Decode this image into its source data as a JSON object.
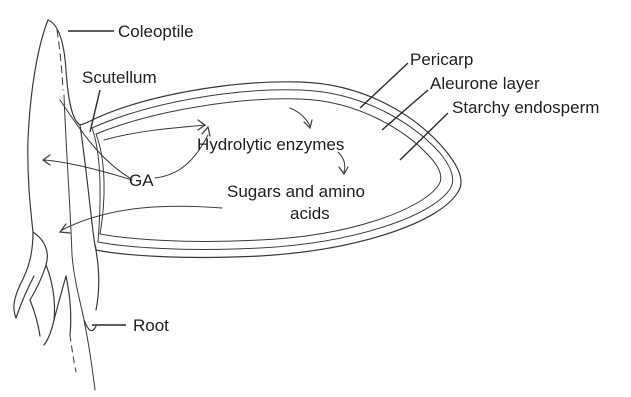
{
  "diagram": {
    "labels": {
      "coleoptile": "Coleoptile",
      "scutellum": "Scutellum",
      "pericarp": "Pericarp",
      "aleurone": "Aleurone layer",
      "endosperm": "Starchy endosperm",
      "hydrolytic": "Hydrolytic enzymes",
      "ga": "GA",
      "sugars_line1": "Sugars and amino",
      "sugars_line2": "acids",
      "root": "Root"
    }
  }
}
